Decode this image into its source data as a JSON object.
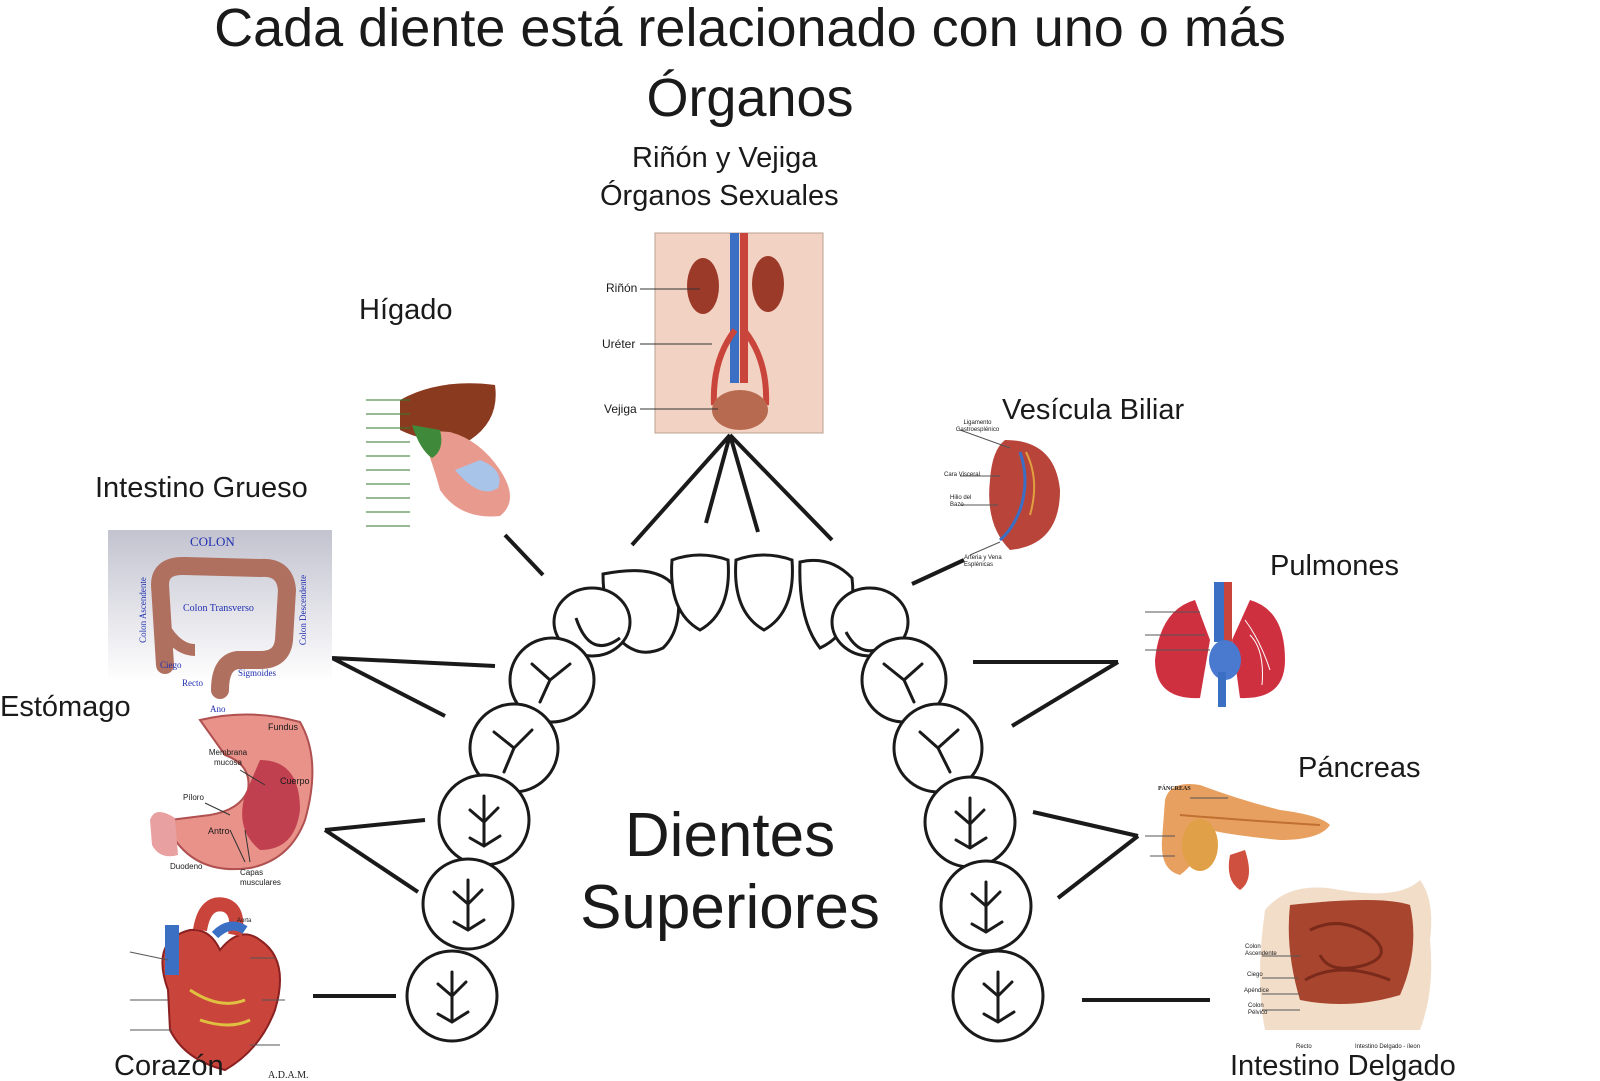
{
  "title": {
    "line1": "Cada diente está relacionado con uno o más",
    "line2": "Órganos"
  },
  "center_label": {
    "line1": "Dientes",
    "line2": "Superiores"
  },
  "organs": {
    "rinon_vejiga": {
      "line1": "Riñón y Vejiga",
      "line2": "Órganos Sexuales",
      "callouts": [
        "Riñón",
        "Uréter",
        "Vejiga"
      ]
    },
    "higado": {
      "label": "Hígado"
    },
    "vesicula": {
      "label": "Vesícula Biliar",
      "callouts": [
        "Ligamento Gastroesplénico",
        "Cara Visceral",
        "Hilio del Bazo",
        "Arteria y Vena Esplénicas"
      ]
    },
    "intestino_grueso": {
      "label": "Intestino Grueso",
      "callouts": [
        "COLON",
        "Colon Ascendente",
        "Colon Transverso",
        "Colon Descendente",
        "Ciego",
        "Recto",
        "Sigmoides",
        "Ano"
      ]
    },
    "pulmones": {
      "label": "Pulmones"
    },
    "estomago": {
      "label": "Estómago",
      "callouts": [
        "Fundus",
        "Membrana mucosa",
        "Cuerpo",
        "Píloro",
        "Antro",
        "Duodeno",
        "Capas musculares"
      ]
    },
    "pancreas": {
      "label": "Páncreas",
      "callouts": [
        "PÁNCREAS"
      ]
    },
    "corazon": {
      "label": "Corazón",
      "callouts": [
        "Aorta",
        "A.D.A.M."
      ]
    },
    "intestino_delgado": {
      "label": "Intestino Delgado",
      "callouts": [
        "Colon Ascendente",
        "Ciego",
        "Apéndice",
        "Colon Pélvico",
        "Recto",
        "Intestino Delgado - íleon"
      ]
    }
  },
  "colors": {
    "ink": "#1a1a1a",
    "organ_red": "#c9453b",
    "organ_pink": "#e89a8e",
    "vein_blue": "#3b6fc4",
    "liver_brown": "#8a3a1f",
    "gall_green": "#3e8a3a",
    "colon_bg": "#c9c9d6",
    "colon_title": "#1f2fb0",
    "skin": "#f2d2c2"
  },
  "icons": [
    "tooth-incisor-icon",
    "tooth-canine-icon",
    "tooth-premolar-icon",
    "tooth-molar-icon"
  ]
}
